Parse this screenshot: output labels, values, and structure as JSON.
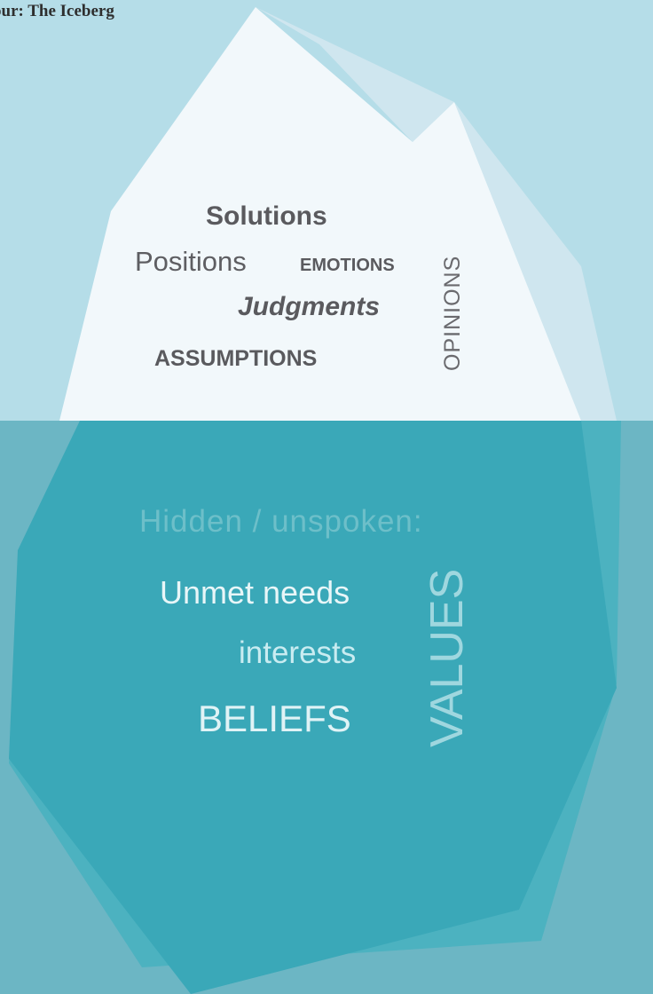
{
  "title": "our: The Iceberg",
  "above_water": {
    "solutions": "Solutions",
    "positions": "Positions",
    "emotions": "EMOTIONS",
    "judgments": "Judgments",
    "assumptions": "ASSUMPTIONS",
    "opinions": "OPINIONS"
  },
  "below_water": {
    "hidden": "Hidden / unspoken:",
    "unmet_needs": "Unmet needs",
    "interests": "interests",
    "beliefs": "BELIEFS",
    "values": "VALUES"
  },
  "colors": {
    "sky": "#b5dde8",
    "water": "#6cb6c4",
    "ice_visible": "#f2f8fb",
    "ice_shadow": "#cfe6ef",
    "ice_submerged": "#3aa8b8",
    "ice_submerged_outer": "#4cb2c0",
    "text_dark": "#5a5a5e"
  }
}
